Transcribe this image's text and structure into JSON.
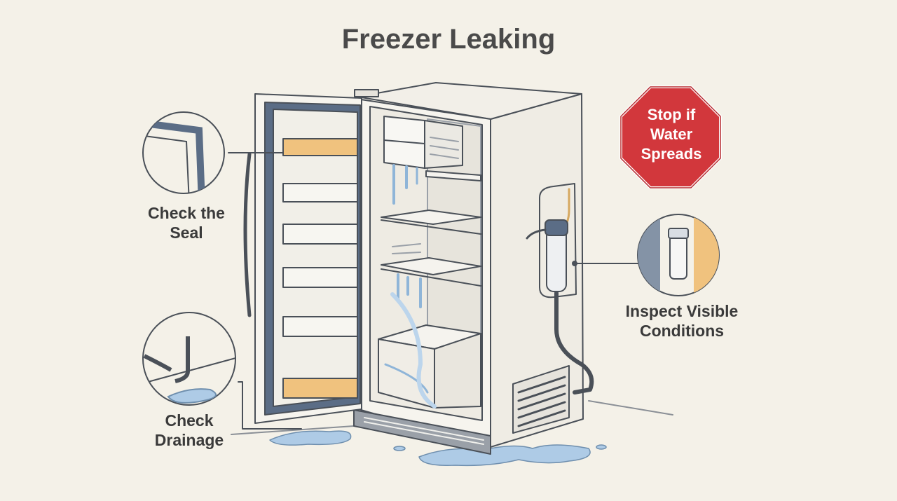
{
  "title": "Freezer Leaking",
  "callouts": {
    "seal": {
      "line1": "Check the",
      "line2": "Seal"
    },
    "drainage": {
      "line1": "Check",
      "line2": "Drainage"
    },
    "conditions": {
      "line1": "Inspect Visible",
      "line2": "Conditions"
    }
  },
  "stop_sign": {
    "line1": "Stop if",
    "line2": "Water",
    "line3": "Spreads"
  },
  "colors": {
    "background": "#f4f1e8",
    "outline": "#4a5058",
    "door_gasket": "#5b6d86",
    "shelf_accent": "#f0c27e",
    "water": "#aecbe6",
    "stop_red": "#d2373c"
  },
  "icons": [
    "freezer-illustration",
    "seal-detail-icon",
    "drain-detail-icon",
    "filter-detail-icon",
    "stop-sign-icon",
    "water-puddle-icon"
  ]
}
